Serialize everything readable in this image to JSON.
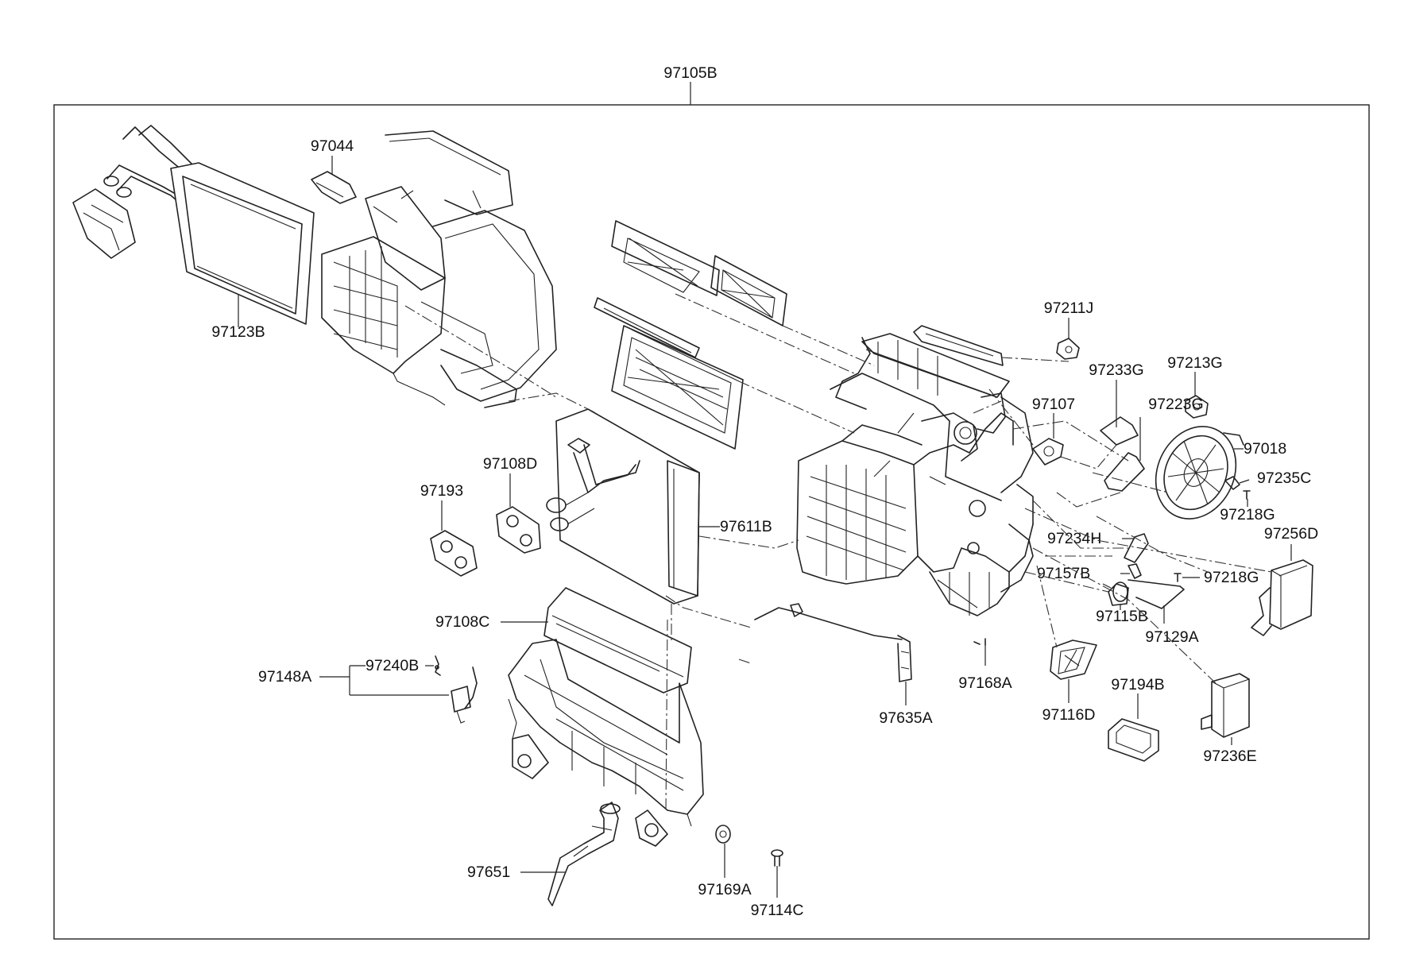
{
  "diagram": {
    "assembly_label": "97105B",
    "labels": {
      "97044": "97044",
      "97123B": "97123B",
      "97108D": "97108D",
      "97193": "97193",
      "97611B": "97611B",
      "97108C": "97108C",
      "97240B": "97240B",
      "97148A": "97148A",
      "97651": "97651",
      "97169A": "97169A",
      "97114C": "97114C",
      "97635A": "97635A",
      "97168A": "97168A",
      "97116D": "97116D",
      "97194B": "97194B",
      "97236E": "97236E",
      "97211J": "97211J",
      "97233G": "97233G",
      "97213G": "97213G",
      "97107": "97107",
      "97223G": "97223G",
      "97018": "97018",
      "97235C": "97235C",
      "97218G_a": "97218G",
      "97256D": "97256D",
      "97234H": "97234H",
      "97157B": "97157B",
      "97218G_b": "97218G",
      "97115B": "97115B",
      "97129A": "97129A"
    }
  }
}
